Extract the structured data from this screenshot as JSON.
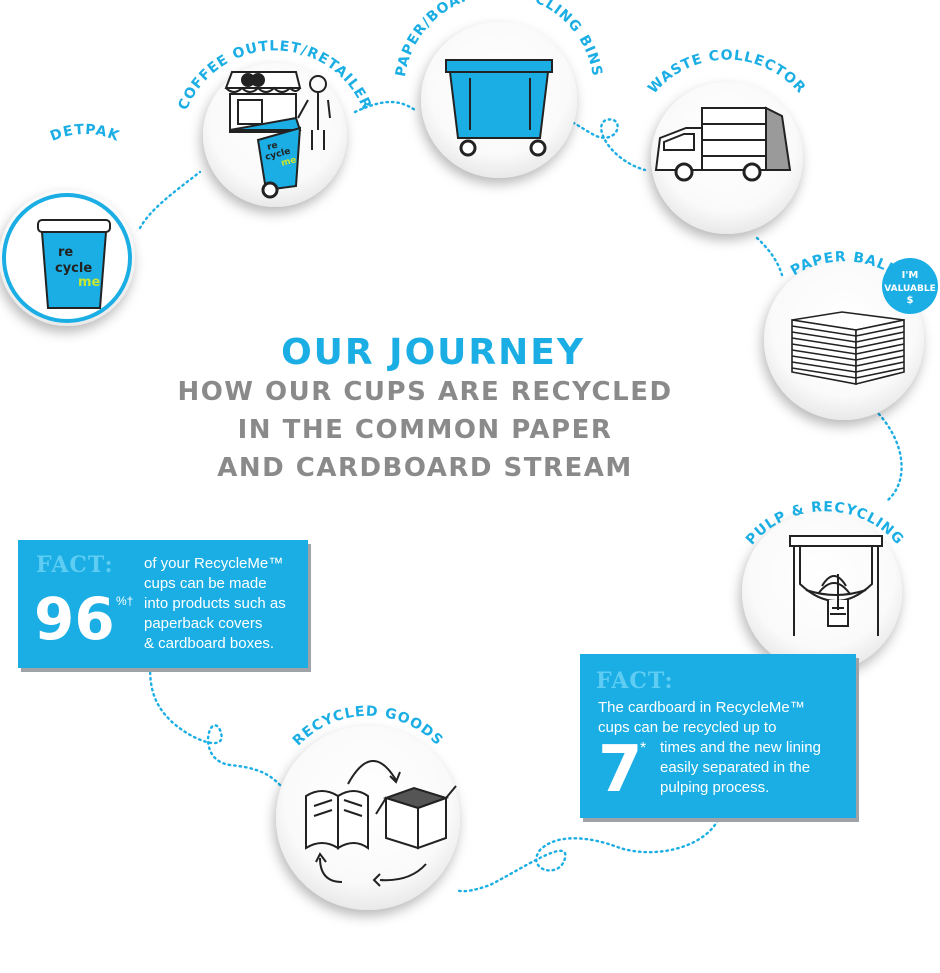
{
  "colors": {
    "accent": "#1aaee4",
    "accent_light": "#5fcdf3",
    "heading_gray": "#8a8a8a",
    "line_dark": "#222222",
    "dotted": "#1aaee4",
    "lime": "#c7e533"
  },
  "title": "OUR JOURNEY",
  "subtitle_lines": [
    "HOW OUR CUPS ARE RECYCLED",
    "IN THE COMMON PAPER",
    "AND CARDBOARD STREAM"
  ],
  "stages": [
    {
      "label": "DETPAK",
      "icon": "coffee-cup-icon"
    },
    {
      "label": "COFFEE OUTLET/RETAILER",
      "icon": "coffee-shop-icon"
    },
    {
      "label": "PAPER/BOARD RECYCLING BINS",
      "icon": "recycling-bin-icon"
    },
    {
      "label": "WASTE COLLECTOR",
      "icon": "garbage-truck-icon"
    },
    {
      "label": "PAPER BALE",
      "icon": "paper-bale-icon"
    },
    {
      "label": "PULP & RECYCLING",
      "icon": "pulper-icon"
    },
    {
      "label": "RECYCLED GOODS",
      "icon": "recycled-goods-icon"
    }
  ],
  "cup_logo": [
    "re",
    "cycle",
    "me"
  ],
  "bin_logo": [
    "re",
    "cycle",
    "me"
  ],
  "badge_lines": [
    "I'M",
    "VALUABLE",
    "$"
  ],
  "facts": [
    {
      "title": "FACT",
      "colon": ":",
      "number": "96",
      "sup": "%†",
      "lines": [
        "of your RecycleMe™",
        "cups can be made",
        "into products such as",
        "paperback covers",
        "& cardboard boxes."
      ]
    },
    {
      "title": "FACT",
      "colon": ":",
      "intro_lines": [
        "The cardboard in RecycleMe™",
        "cups can be recycled up to"
      ],
      "number": "7",
      "sup": "*",
      "lines": [
        "times and the new lining",
        "easily separated in the",
        "pulping process."
      ]
    }
  ]
}
